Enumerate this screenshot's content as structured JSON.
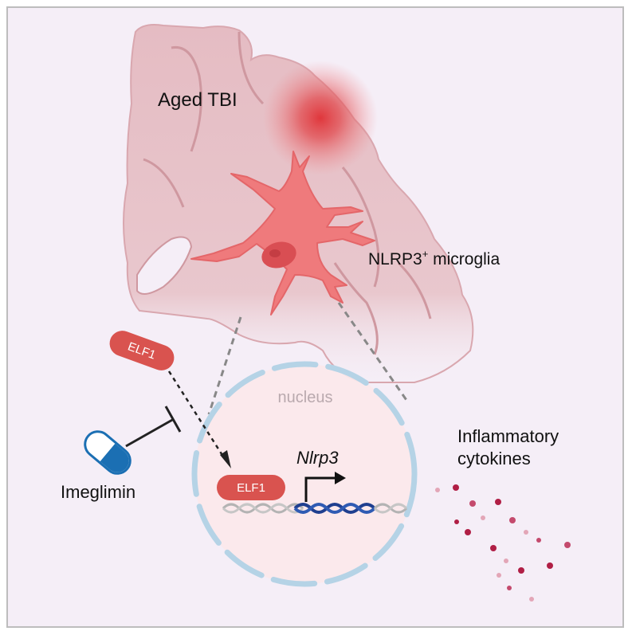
{
  "labels": {
    "aged_tbi": "Aged TBI",
    "microglia": "NLRP3",
    "microglia_sup": "+",
    "microglia_suffix": " microglia",
    "nucleus": "nucleus",
    "elf1_outside": "ELF1",
    "elf1_inside": "ELF1",
    "gene": "Nlrp3",
    "imeglimin": "Imeglimin",
    "cytokines_line1": "Inflammatory",
    "cytokines_line2": "cytokines"
  },
  "colors": {
    "background": "#f5eef7",
    "brain_tissue": "#e7c2c8",
    "brain_outline": "#c9949c",
    "injury": "#e0373c",
    "microglia": "#ef7a7c",
    "microglia_nucleus": "#d94e53",
    "nucleus_fill": "#fbe7e9",
    "nuclear_envelope": "#b5d3e6",
    "elf1_pill": "#d9534f",
    "dna_grey": "#b3b3b3",
    "dna_blue": "#1f3f8f",
    "pill_blue": "#1b6fb3",
    "cytokine": "#b01e45"
  },
  "icons": {
    "drug": "capsule-icon",
    "promoter": "transcription-arrow-icon",
    "inhibition": "inhibition-t-bar-icon"
  }
}
